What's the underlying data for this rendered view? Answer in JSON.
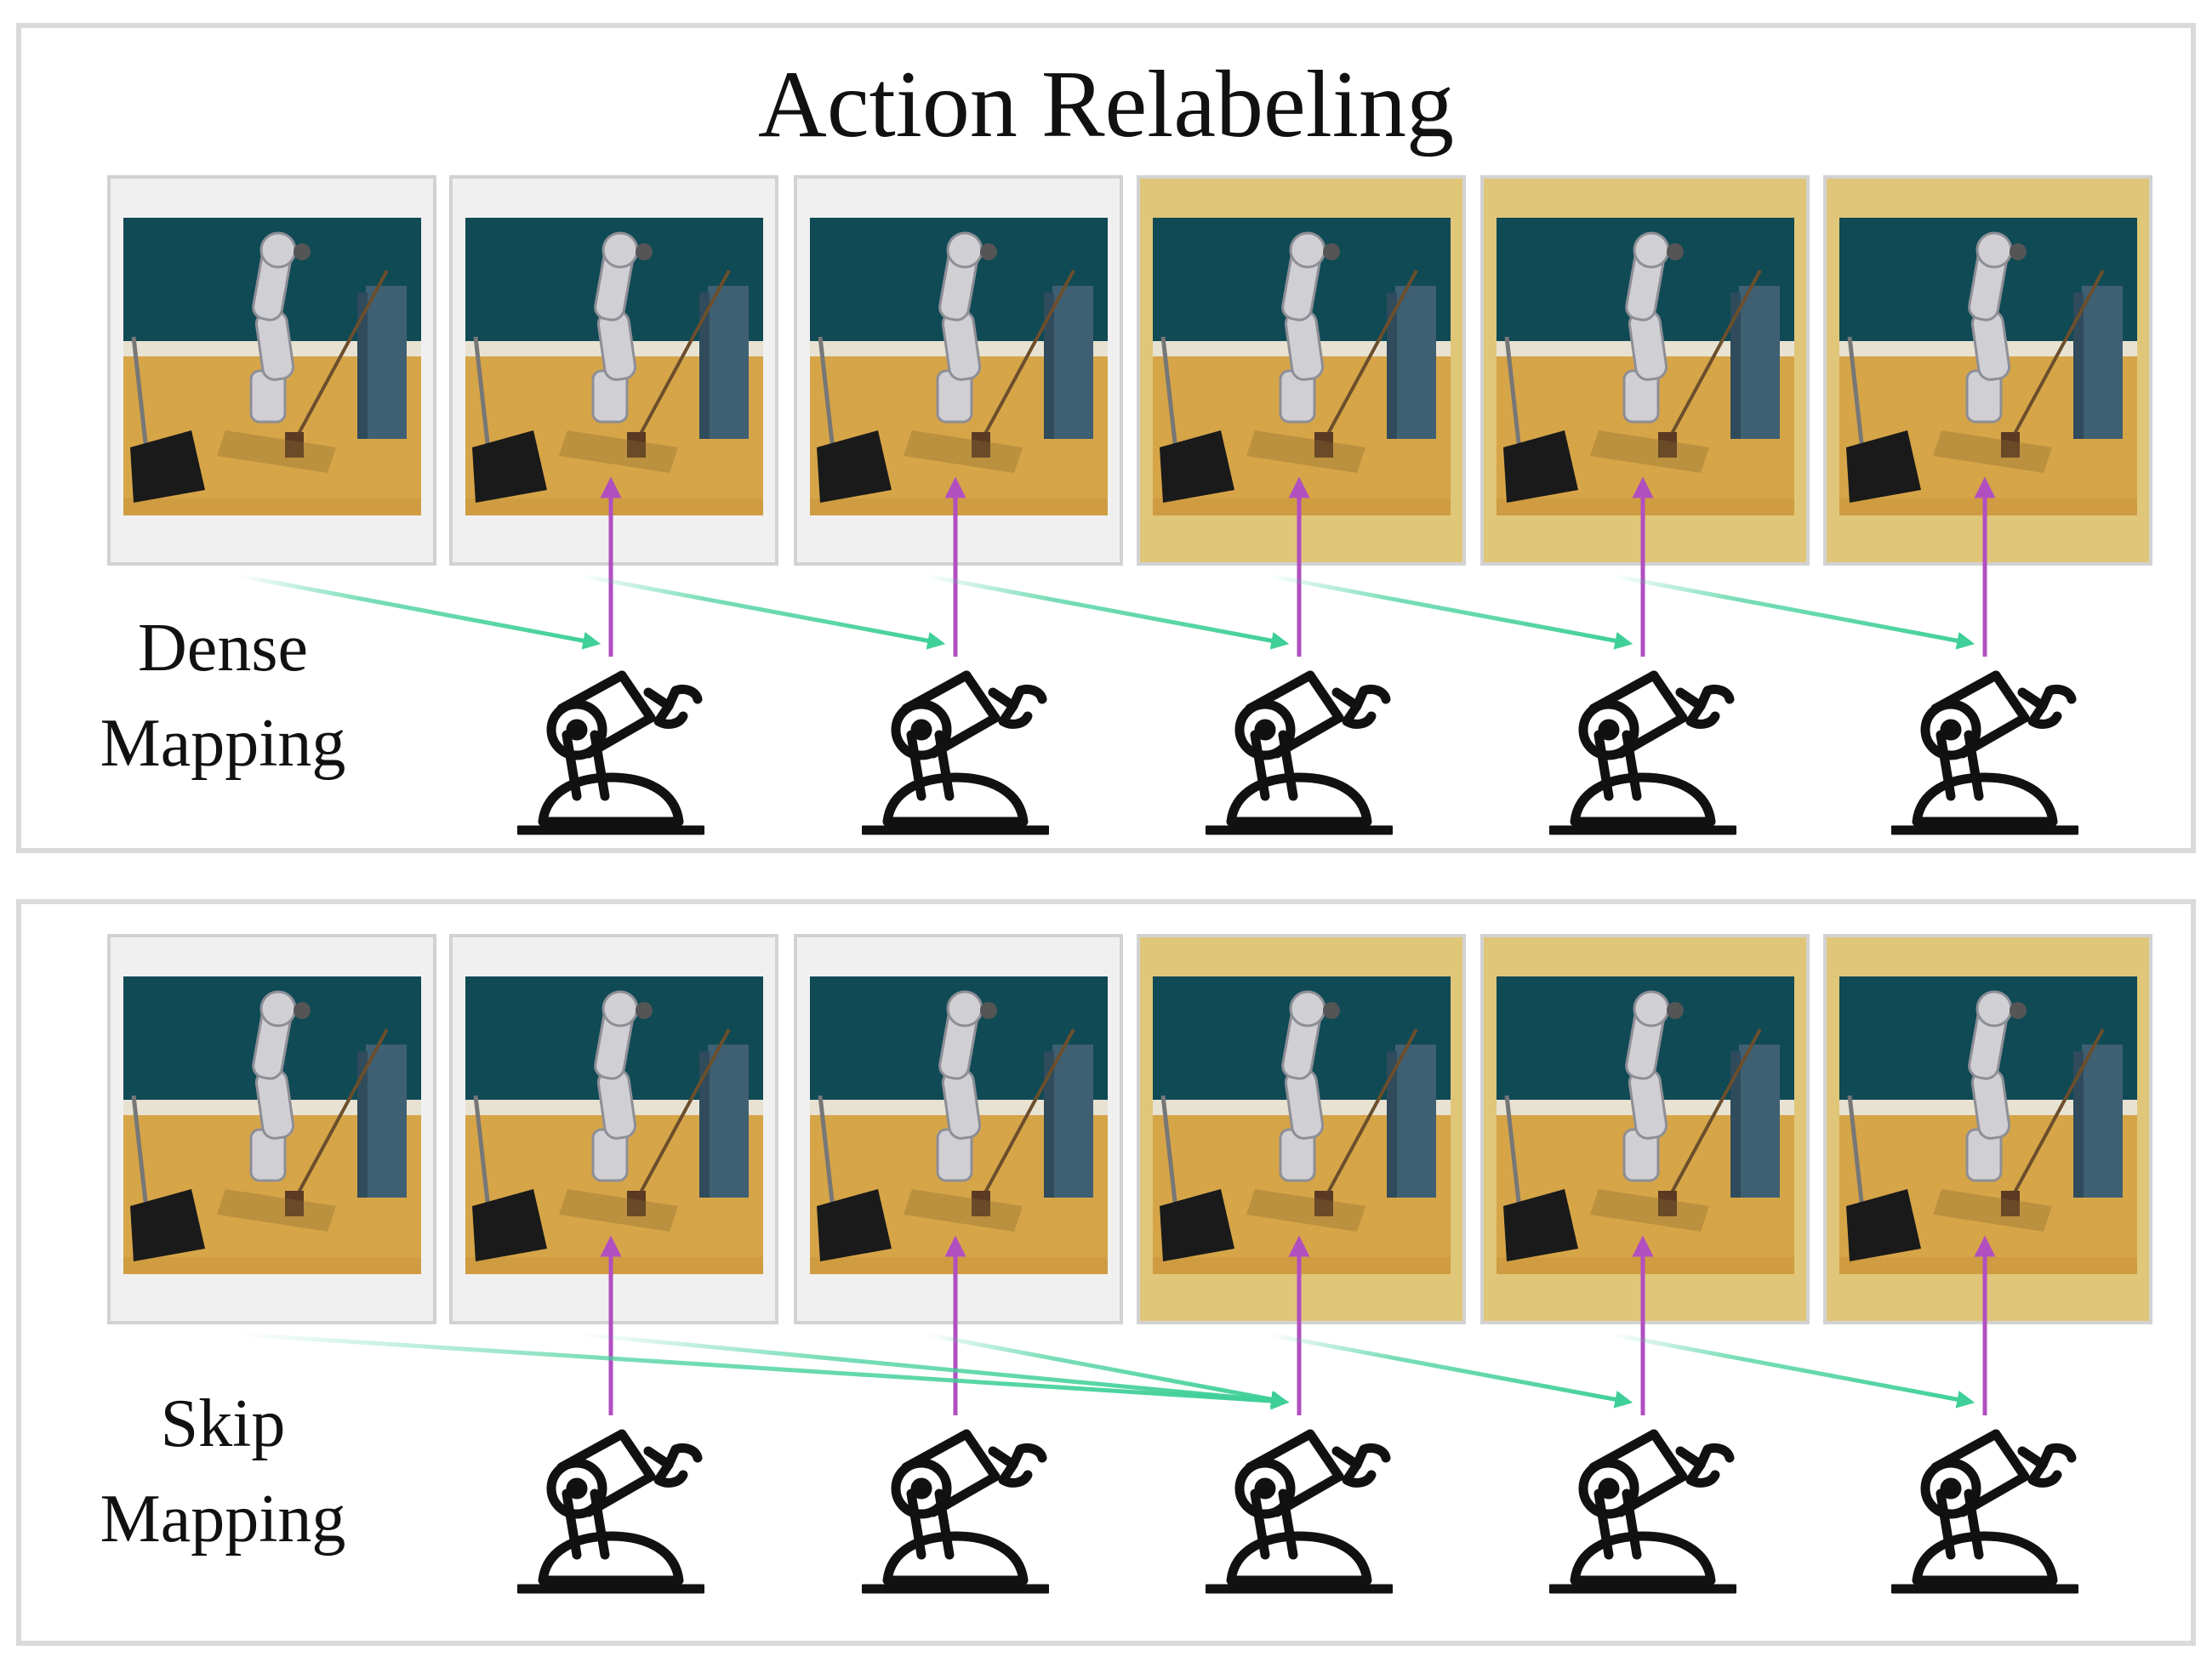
{
  "title": "Action Relabeling",
  "panels": [
    {
      "label_lines": [
        "Dense",
        "Mapping"
      ],
      "frames": [
        {
          "highlighted": false,
          "color": "light-gray"
        },
        {
          "highlighted": false,
          "color": "light-gray"
        },
        {
          "highlighted": false,
          "color": "light-gray"
        },
        {
          "highlighted": true,
          "color": "gold"
        },
        {
          "highlighted": true,
          "color": "gold"
        },
        {
          "highlighted": true,
          "color": "gold"
        }
      ],
      "green_arrows": [
        {
          "from_frame": 1,
          "to_robot": 1
        },
        {
          "from_frame": 2,
          "to_robot": 2
        },
        {
          "from_frame": 3,
          "to_robot": 3
        },
        {
          "from_frame": 4,
          "to_robot": 4
        },
        {
          "from_frame": 5,
          "to_robot": 5
        }
      ],
      "purple_arrows": [
        2,
        3,
        4,
        5,
        6
      ]
    },
    {
      "label_lines": [
        "Skip",
        "Mapping"
      ],
      "frames": [
        {
          "highlighted": false,
          "color": "light-gray"
        },
        {
          "highlighted": false,
          "color": "light-gray"
        },
        {
          "highlighted": false,
          "color": "light-gray"
        },
        {
          "highlighted": true,
          "color": "gold"
        },
        {
          "highlighted": true,
          "color": "gold"
        },
        {
          "highlighted": true,
          "color": "gold"
        }
      ],
      "green_arrows": [
        {
          "from_frame": 1,
          "to_robot": 3
        },
        {
          "from_frame": 2,
          "to_robot": 3
        },
        {
          "from_frame": 3,
          "to_robot": 3
        },
        {
          "from_frame": 4,
          "to_robot": 4
        },
        {
          "from_frame": 5,
          "to_robot": 5
        }
      ],
      "purple_arrows": [
        2,
        3,
        4,
        5,
        6
      ]
    }
  ],
  "colors": {
    "green_arrow": "#3fcf98",
    "purple_arrow": "#b14fc0",
    "frame_plain": "#f0f0f0",
    "frame_highlight": "#e0c679",
    "frame_border": "#d2d2d2",
    "wall": "#0f4a55",
    "floor": "#d8a848",
    "robot_icon": "#111111"
  },
  "icons": [
    "robot-arm-icon",
    "scene-thumbnail"
  ]
}
